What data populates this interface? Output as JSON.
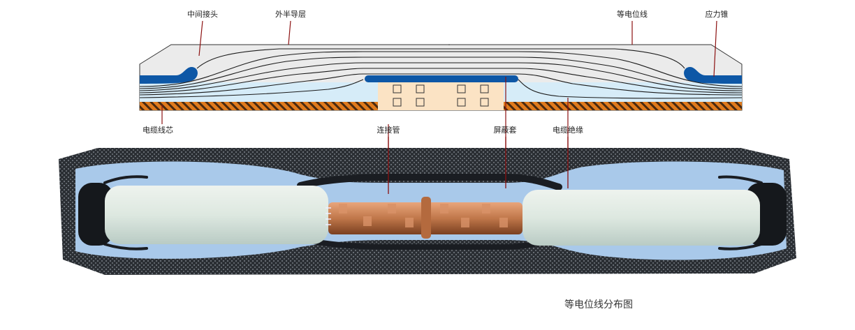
{
  "labels": {
    "middle_joint": "中间接头",
    "outer_semicon": "外半导层",
    "equipotential_line": "等电位线",
    "stress_cone": "应力锥",
    "cable_core": "电缆线芯",
    "connector_tube": "连接管",
    "shield_sleeve": "屏蔽套",
    "cable_insulation": "电缆绝缘"
  },
  "caption": "等电位线分布图",
  "colors": {
    "stress_cone_blue": "#0d57a6",
    "insulation_light_blue": "#d6ecf8",
    "connector_beige": "#fbe3c4",
    "core_orange": "#e07a1c",
    "photo_blue": "#a9c9ea",
    "photo_cream": "#dfe9e1",
    "copper": "#c0774a"
  }
}
